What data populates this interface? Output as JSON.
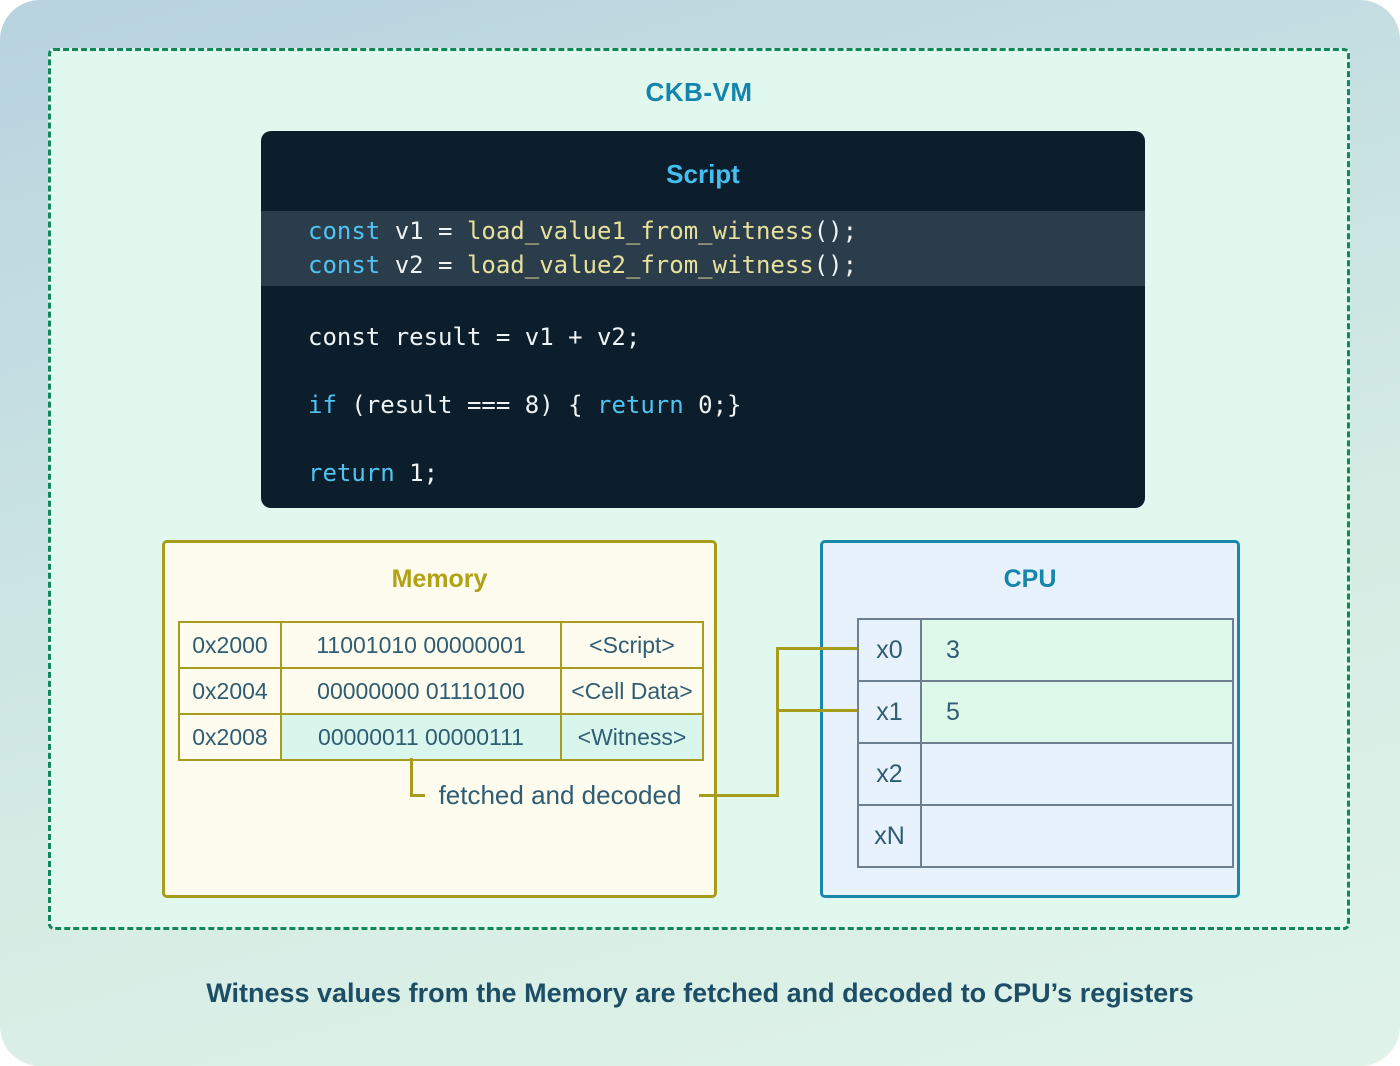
{
  "diagram": {
    "vm_label": "CKB-VM",
    "caption": "Witness values from the Memory are fetched and decoded to CPU’s registers"
  },
  "script": {
    "title": "Script",
    "line1": {
      "kw": "const",
      "p1": " v1 = ",
      "fn": "load_value1_from_witness",
      "p2": "();"
    },
    "line2": {
      "kw": "const",
      "p1": " v2 = ",
      "fn": "load_value2_from_witness",
      "p2": "();"
    },
    "line4": {
      "p1": "const result = v1 + v2;"
    },
    "line6": {
      "kw": "if",
      "p1": " (result === 8) { ",
      "kw2": "return",
      "p2": " 0;}"
    },
    "line8": {
      "kw": "return",
      "p1": " 1;"
    }
  },
  "memory": {
    "title": "Memory",
    "rows": [
      {
        "address": "0x2000",
        "bits": "11001010 00000001",
        "label": "<Script>"
      },
      {
        "address": "0x2004",
        "bits": "00000000 01110100",
        "label": "<Cell Data>"
      },
      {
        "address": "0x2008",
        "bits": "00000011 00000111",
        "label": "<Witness>"
      }
    ],
    "annotation": "fetched and decoded"
  },
  "cpu": {
    "title": "CPU",
    "registers": [
      {
        "name": "x0",
        "value": "3"
      },
      {
        "name": "x1",
        "value": "5"
      },
      {
        "name": "x2",
        "value": ""
      },
      {
        "name": "xN",
        "value": ""
      }
    ]
  },
  "colors": {
    "dashed_border_green": "#13865a",
    "mint_fill": "#e0f8ed",
    "code_background": "#0c1e2b",
    "code_highlight_band": "#2b3c4a",
    "code_keyword_cyan": "#4fc4f2",
    "code_function_yellow": "#e6e29c",
    "code_plain": "#eef3f5",
    "memory_olive": "#a89c1d",
    "memory_background": "#fdfcee",
    "witness_highlight": "#d9f6ec",
    "cpu_border_teal": "#1987aa",
    "cpu_background": "#e8f2fc",
    "register_value_highlight": "#def8ea",
    "accent_teal_text": "#1585ac",
    "dark_slate_text": "#2f5d73",
    "caption_text": "#1d4e66"
  }
}
